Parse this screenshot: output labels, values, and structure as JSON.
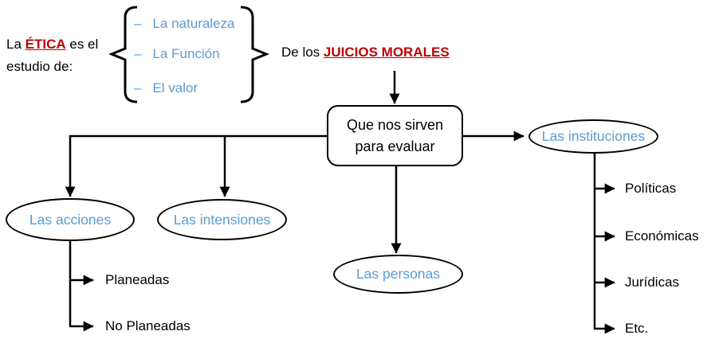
{
  "colors": {
    "accent_blue": "#5B9BD5",
    "accent_red": "#C00000",
    "line_black": "#000000"
  },
  "intro": {
    "prefix": "La ",
    "keyword": "ÉTICA",
    "suffix": " es el",
    "line2": "estudio de:"
  },
  "aspects": {
    "bullet": "–",
    "items": [
      "La naturaleza",
      "La Función",
      "El valor"
    ]
  },
  "object_phrase": {
    "prefix": "De los ",
    "keyword": "JUICIOS MORALES"
  },
  "central_box": {
    "line1": "Que nos sirven",
    "line2": "para evaluar"
  },
  "nodes": {
    "acciones": "Las acciones",
    "intensiones": "Las intensiones",
    "personas": "Las personas",
    "instituciones": "Las instituciones"
  },
  "acciones_children": [
    "Planeadas",
    "No Planeadas"
  ],
  "instituciones_children": [
    "Políticas",
    "Económicas",
    "Jurídicas",
    "Etc."
  ]
}
